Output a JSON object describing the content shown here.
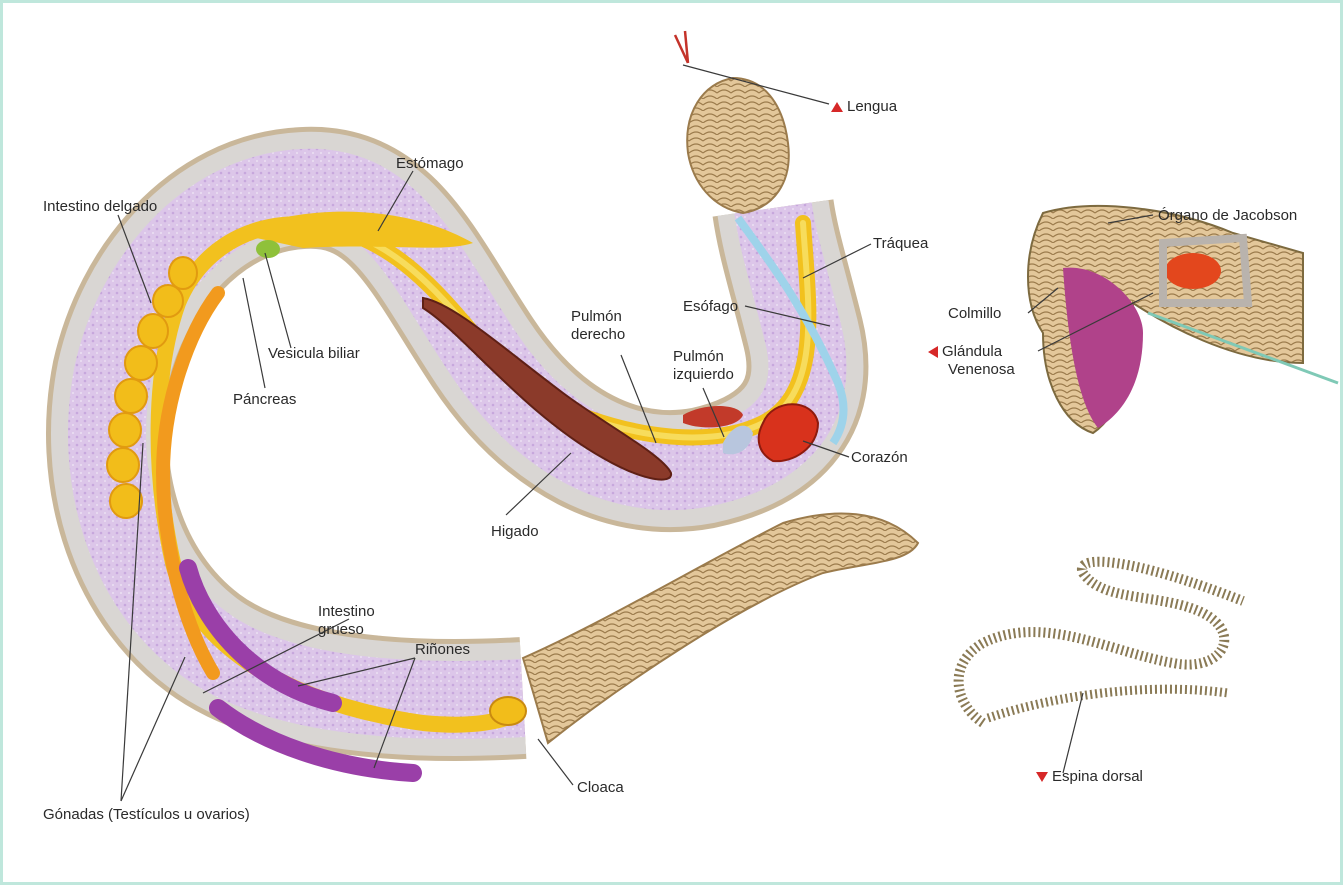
{
  "labels": {
    "estomago": "Estómago",
    "intestino_delgado": "Intestino delgado",
    "vesicula_biliar": "Vesicula biliar",
    "pancreas": "Páncreas",
    "lengua": "Lengua",
    "traquea": "Tráquea",
    "esofago": "Esófago",
    "pulmon_derecho_1": "Pulmón",
    "pulmon_derecho_2": "derecho",
    "pulmon_izquierdo_1": "Pulmón",
    "pulmon_izquierdo_2": "izquierdo",
    "corazon": "Corazón",
    "higado": "Higado",
    "intestino_grueso_1": "Intestino",
    "intestino_grueso_2": "grueso",
    "rinones": "Riñones",
    "cloaca": "Cloaca",
    "gonadas": "Gónadas (Testículos u ovarios)",
    "organo_jacobson": "Órgano de Jacobson",
    "colmillo": "Colmillo",
    "glandula_1": "Glándula",
    "glandula_2": "Venenosa",
    "espina_dorsal": "Espina dorsal"
  },
  "colors": {
    "border": "#bfe7dc",
    "accent_marker": "#d62828",
    "body_outline": "#c9b79a",
    "body_fill": "#d9d6d3",
    "fat_tissue": "#d9c3e6",
    "stomach": "#f2c11e",
    "liver": "#8b3a2a",
    "kidney": "#9a3fa8",
    "heart": "#d8321c",
    "trachea": "#9ed3ea",
    "venom_gland": "#e3471d",
    "skin": "#d9b27a"
  }
}
